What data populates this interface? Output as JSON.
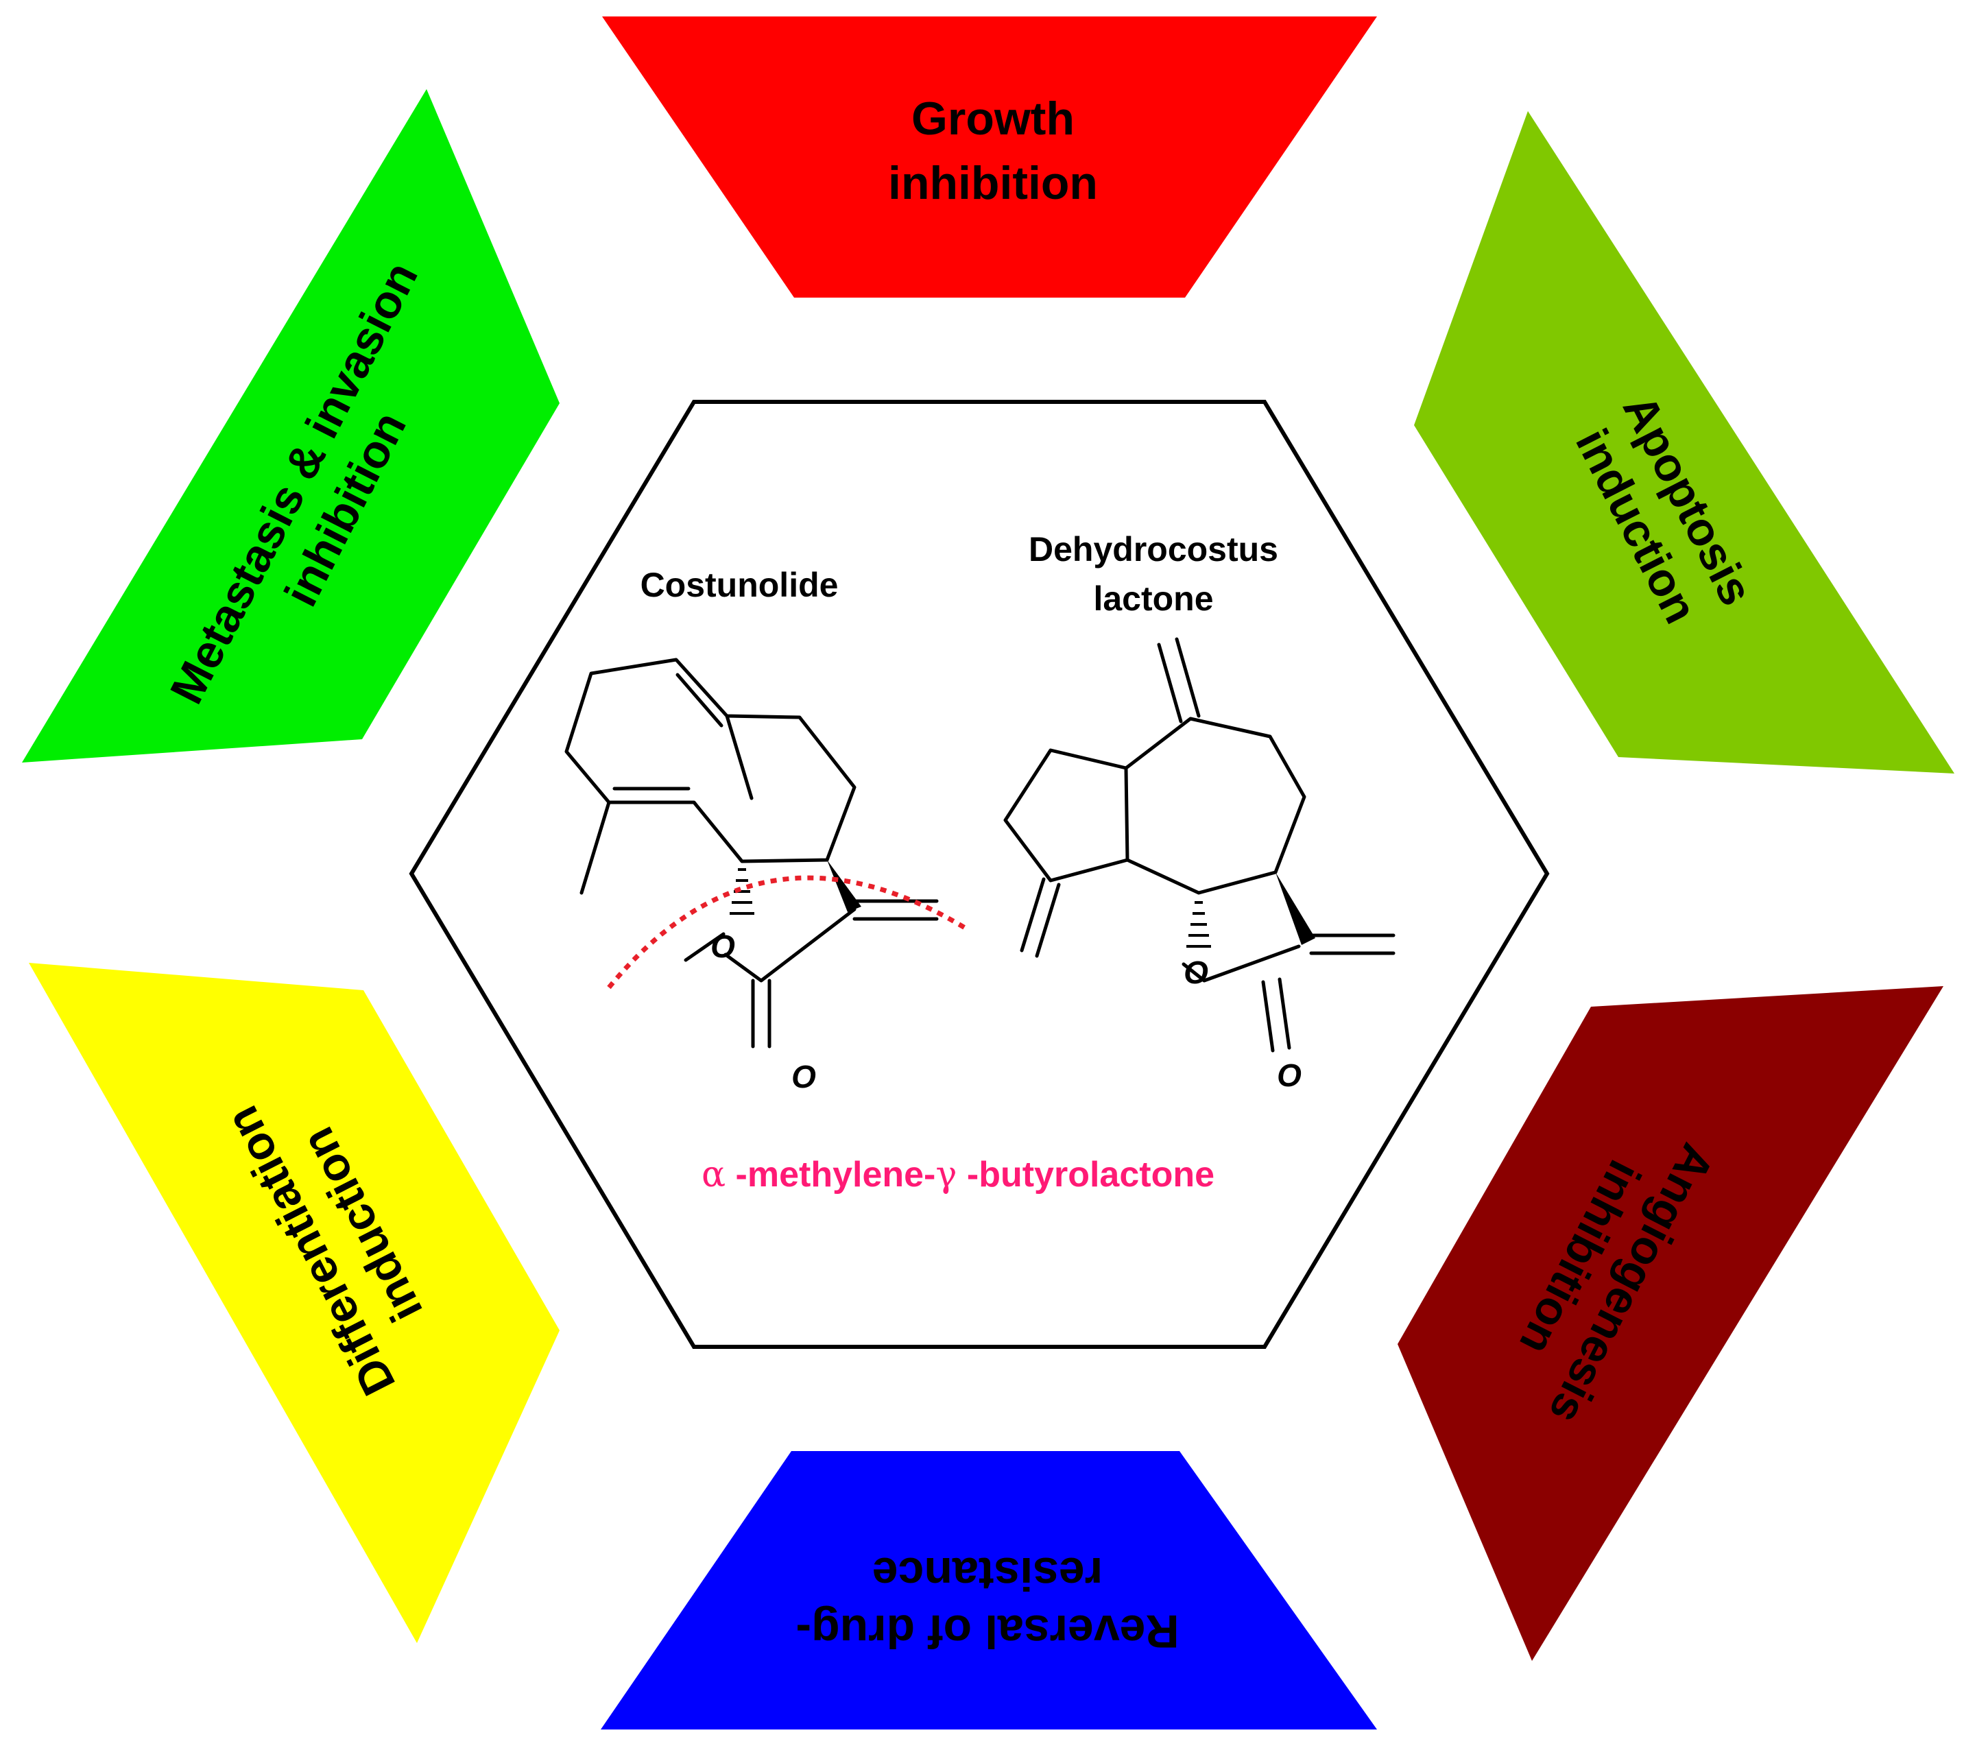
{
  "panels": [
    {
      "id": "growth",
      "lines": [
        "Growth",
        "inhibition"
      ],
      "color": "#ff0000"
    },
    {
      "id": "apoptosis",
      "lines": [
        "Apoptosis",
        "induction"
      ],
      "color": "#80c800"
    },
    {
      "id": "angiogenesis",
      "lines": [
        "Angiogenesis",
        "inhibition"
      ],
      "color": "#8b0000"
    },
    {
      "id": "drug-resistance",
      "lines": [
        "Reversal of drug-",
        "resistance"
      ],
      "color": "#0000ff"
    },
    {
      "id": "differentiation",
      "lines": [
        "Differentiation",
        "induction"
      ],
      "color": "#ffff00"
    },
    {
      "id": "metastasis",
      "lines": [
        "Metastasis & invasion",
        "inhibition"
      ],
      "color": "#00ee00"
    }
  ],
  "compounds": {
    "costunolide": {
      "name": "Costunolide"
    },
    "dehydrocostus": {
      "name_lines": [
        "Dehydrocostus",
        "lactone"
      ]
    }
  },
  "atoms": {
    "oxygen": "O"
  },
  "motif": {
    "alpha": "α",
    "text1": " -methylene-",
    "gamma": "γ",
    "text2": " -butyrolactone",
    "color": "#ff1a75"
  },
  "colors": {
    "hexagon_stroke": "#000000",
    "highlight_arc": "#e8202a"
  }
}
